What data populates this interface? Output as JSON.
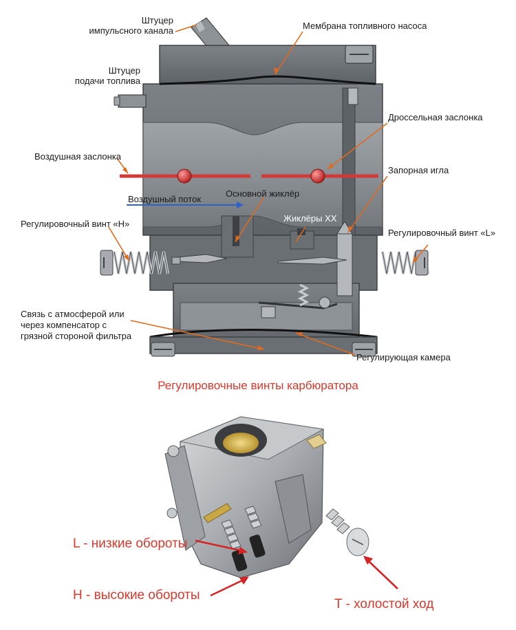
{
  "labels": {
    "impulse_fitting_1": "Штуцер",
    "impulse_fitting_2": "импульсного канала",
    "pump_membrane": "Мембрана топливного насоса",
    "fuel_fitting_1": "Штуцер",
    "fuel_fitting_2": "подачи топлива",
    "throttle_valve": "Дроссельная заслонка",
    "air_damper": "Воздушная заслонка",
    "shutoff_needle": "Запорная игла",
    "air_flow": "Воздушный поток",
    "main_jet": "Основной жиклёр",
    "idle_jets": "Жиклёры ХХ",
    "screw_h": "Регулировочный винт «H»",
    "screw_l": "Регулировочный винт «L»",
    "atmo_1": "Связь с атмосферой или",
    "atmo_2": "через компенсатор с",
    "atmo_3": "грязной стороной фильтра",
    "reg_chamber": "Регулирующая камера"
  },
  "caption": "Регулировочные винты карбюратора",
  "photo_labels": {
    "low": "L - низкие обороты",
    "high": "H - высокие обороты",
    "idle": "T - холостой ход"
  },
  "colors": {
    "body_gray": "#6f7479",
    "dark_gray": "#4f5459",
    "bore": "#8a8f94",
    "accent_orange": "#e06a1e",
    "damper_red": "#d23a3a",
    "caption_red": "#d6382c",
    "air_blue": "#2e62c8"
  },
  "icons": {
    "screw_h": "spring-screw-icon",
    "screw_l": "spring-screw-icon",
    "carburetor_photo": "carburetor-icon"
  }
}
